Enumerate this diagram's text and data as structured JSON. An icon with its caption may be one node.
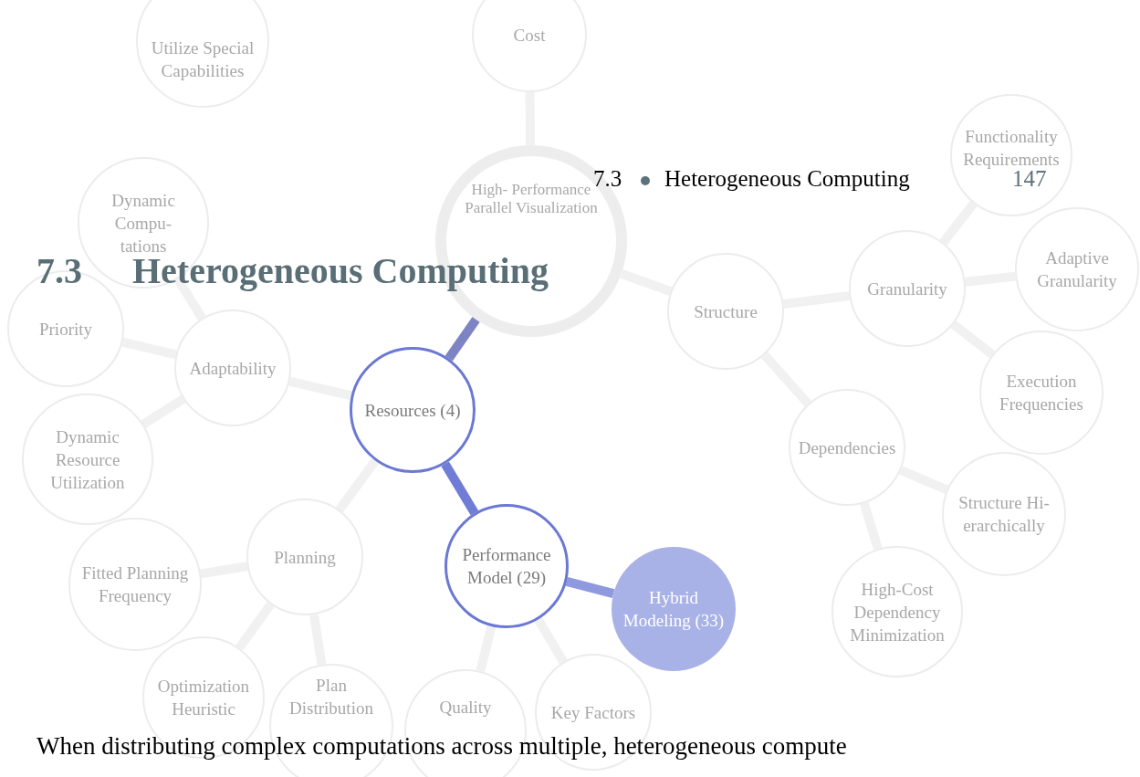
{
  "diagram": {
    "nodes": [
      {
        "text": [
          "Utilize Special Capabilities"
        ]
      },
      {
        "text": [
          "Cost"
        ]
      },
      {
        "text": [
          "Functionality Requirements"
        ]
      },
      {
        "text": [
          "Dynamic Compu- tations"
        ]
      },
      {
        "text": [
          "High- Performance Parallel Visualization"
        ]
      },
      {
        "text": [
          "Granularity"
        ]
      },
      {
        "text": [
          "Adaptive Granularity"
        ]
      },
      {
        "text": [
          "Structure"
        ]
      },
      {
        "text": [
          "Priority"
        ]
      },
      {
        "text": [
          "Adaptability"
        ]
      },
      {
        "text": [
          "Execution Frequencies"
        ]
      },
      {
        "text": [
          "Resources (4)"
        ]
      },
      {
        "text": [
          "Dynamic Resource Utilization"
        ]
      },
      {
        "text": [
          "Dependencies"
        ]
      },
      {
        "text": [
          "Structure Hi- erarchically"
        ]
      },
      {
        "text": [
          "Planning"
        ]
      },
      {
        "text": [
          "Performance Model (29)"
        ]
      },
      {
        "text": [
          "Fitted Planning Frequency"
        ]
      },
      {
        "text": [
          "High-Cost Dependency Minimization"
        ]
      },
      {
        "text": [
          "Hybrid Modeling (33)"
        ]
      },
      {
        "text": [
          "Optimization Heuristic"
        ]
      },
      {
        "text": [
          "Plan Distribution"
        ]
      },
      {
        "text": [
          "Quality"
        ]
      },
      {
        "text": [
          "Key Factors"
        ]
      }
    ],
    "edges": [
      {
        "from": 4,
        "to": 1,
        "arrow": "none"
      },
      {
        "from": 4,
        "to": 7,
        "arrow": "none"
      },
      {
        "from": 4,
        "to": 11,
        "arrow": "none",
        "color": "#7d84c4"
      },
      {
        "from": 7,
        "to": 5,
        "arrow": "none"
      },
      {
        "from": 7,
        "to": 13,
        "arrow": "none"
      },
      {
        "from": 5,
        "to": 2,
        "arrow": "none"
      },
      {
        "from": 5,
        "to": 6,
        "arrow": "none"
      },
      {
        "from": 5,
        "to": 10,
        "arrow": "none"
      },
      {
        "from": 13,
        "to": 14,
        "arrow": "none"
      },
      {
        "from": 13,
        "to": 18,
        "arrow": "none"
      },
      {
        "from": 11,
        "to": 9,
        "arrow": "none"
      },
      {
        "from": 9,
        "to": 8,
        "arrow": "none"
      },
      {
        "from": 9,
        "to": 3,
        "arrow": "none"
      },
      {
        "from": 9,
        "to": 12,
        "arrow": "none"
      },
      {
        "from": 11,
        "to": 15,
        "arrow": "none"
      },
      {
        "from": 15,
        "to": 17,
        "arrow": "none"
      },
      {
        "from": 15,
        "to": 20,
        "arrow": "none"
      },
      {
        "from": 15,
        "to": 21,
        "arrow": "none"
      },
      {
        "from": 11,
        "to": 16,
        "arrow": "none",
        "color": "#6f7dd6"
      },
      {
        "from": 16,
        "to": 19,
        "arrow": "none",
        "color": "#8e99e0"
      },
      {
        "from": 16,
        "to": 22,
        "arrow": "none"
      },
      {
        "from": 16,
        "to": 23,
        "arrow": "none"
      }
    ],
    "labels": [
      "7.3",
      "Heterogeneous Computing",
      "147",
      "7.3",
      "Heterogeneous Computing",
      "When distributing complex computations across multiple, heterogeneous compute"
    ]
  }
}
